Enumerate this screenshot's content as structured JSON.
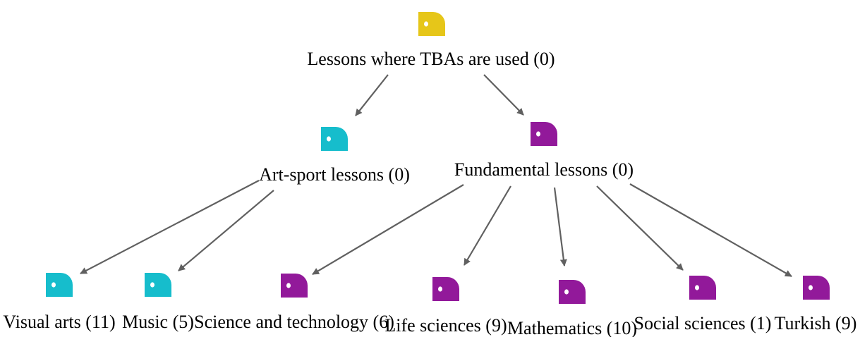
{
  "colors": {
    "root": "#E6C619",
    "art_sport": "#16BDCC",
    "fundamental": "#92199A",
    "edge": "#606060",
    "text": "#000000"
  },
  "nodes": [
    {
      "id": "root",
      "label": "Lessons where TBAs are used (0)",
      "group": "root",
      "icon": "tag-icon"
    },
    {
      "id": "art_sport",
      "label": "Art-sport lessons (0)",
      "group": "art_sport",
      "icon": "tag-icon"
    },
    {
      "id": "fundamental",
      "label": "Fundamental lessons (0)",
      "group": "fundamental",
      "icon": "tag-icon"
    },
    {
      "id": "visual_arts",
      "label": "Visual arts (11)",
      "group": "art_sport",
      "icon": "tag-icon"
    },
    {
      "id": "music",
      "label": "Music (5)",
      "group": "art_sport",
      "icon": "tag-icon"
    },
    {
      "id": "science_technology",
      "label": "Science and technology (6)",
      "group": "fundamental",
      "icon": "tag-icon"
    },
    {
      "id": "life_sciences",
      "label": "Life sciences (9)",
      "group": "fundamental",
      "icon": "tag-icon"
    },
    {
      "id": "mathematics",
      "label": "Mathematics (10)",
      "group": "fundamental",
      "icon": "tag-icon"
    },
    {
      "id": "social_sciences",
      "label": "Social sciences (1)",
      "group": "fundamental",
      "icon": "tag-icon"
    },
    {
      "id": "turkish",
      "label": "Turkish (9)",
      "group": "fundamental",
      "icon": "tag-icon"
    }
  ],
  "edges": [
    {
      "from": "root",
      "to": "art_sport"
    },
    {
      "from": "root",
      "to": "fundamental"
    },
    {
      "from": "art_sport",
      "to": "visual_arts"
    },
    {
      "from": "art_sport",
      "to": "music"
    },
    {
      "from": "fundamental",
      "to": "science_technology"
    },
    {
      "from": "fundamental",
      "to": "life_sciences"
    },
    {
      "from": "fundamental",
      "to": "mathematics"
    },
    {
      "from": "fundamental",
      "to": "social_sciences"
    },
    {
      "from": "fundamental",
      "to": "turkish"
    }
  ]
}
